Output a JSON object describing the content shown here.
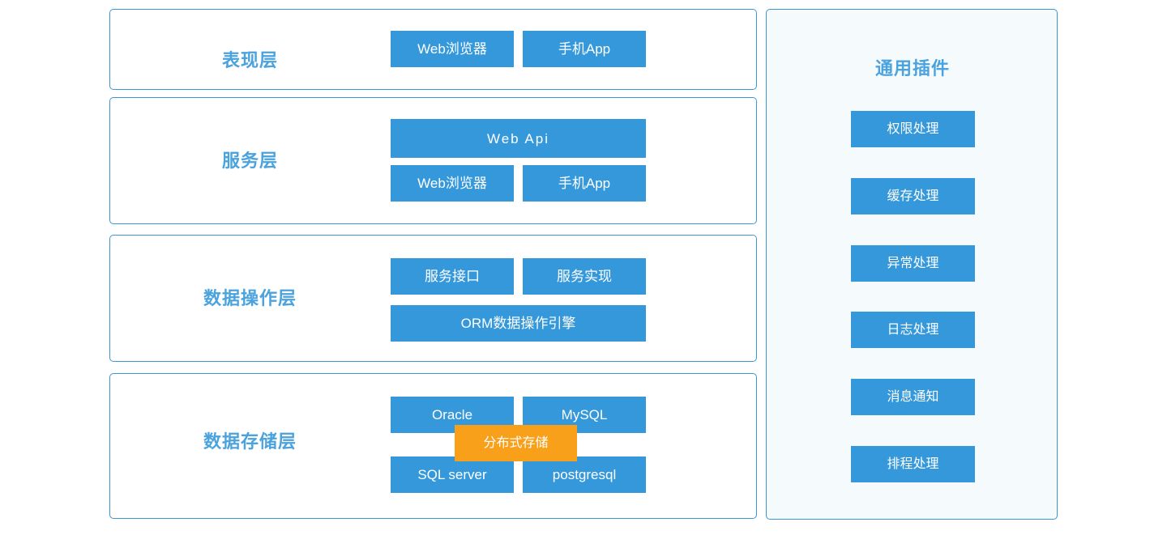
{
  "diagram": {
    "colors": {
      "box_blue": "#3498db",
      "box_orange": "#f8a01a",
      "panel_border": "#3d96d2",
      "label_blue": "#4ba3dd",
      "plugin_panel_bg": "#f5fafd",
      "page_bg": "#ffffff"
    },
    "layers": [
      {
        "label": "表现层",
        "boxes": [
          {
            "text": "Web浏览器",
            "row": 1,
            "col": 1
          },
          {
            "text": "手机App",
            "row": 1,
            "col": 2
          }
        ]
      },
      {
        "label": "服务层",
        "boxes": [
          {
            "text": "Web  Api",
            "row": 1,
            "col": "full"
          },
          {
            "text": "Web浏览器",
            "row": 2,
            "col": 1
          },
          {
            "text": "手机App",
            "row": 2,
            "col": 2
          }
        ]
      },
      {
        "label": "数据操作层",
        "boxes": [
          {
            "text": "服务接口",
            "row": 1,
            "col": 1
          },
          {
            "text": "服务实现",
            "row": 1,
            "col": 2
          },
          {
            "text": "ORM数据操作引擎",
            "row": 2,
            "col": "full"
          }
        ]
      },
      {
        "label": "数据存储层",
        "boxes": [
          {
            "text": "Oracle",
            "row": 1,
            "col": 1
          },
          {
            "text": "MySQL",
            "row": 1,
            "col": 2
          },
          {
            "text": "SQL server",
            "row": 2,
            "col": 1
          },
          {
            "text": "postgresql",
            "row": 2,
            "col": 2
          }
        ],
        "overlay_box": {
          "text": "分布式存储",
          "color": "#f8a01a"
        }
      }
    ],
    "plugins": {
      "title": "通用插件",
      "items": [
        {
          "label": "权限处理"
        },
        {
          "label": "缓存处理"
        },
        {
          "label": "异常处理"
        },
        {
          "label": "日志处理"
        },
        {
          "label": "消息通知"
        },
        {
          "label": "排程处理"
        }
      ]
    }
  }
}
